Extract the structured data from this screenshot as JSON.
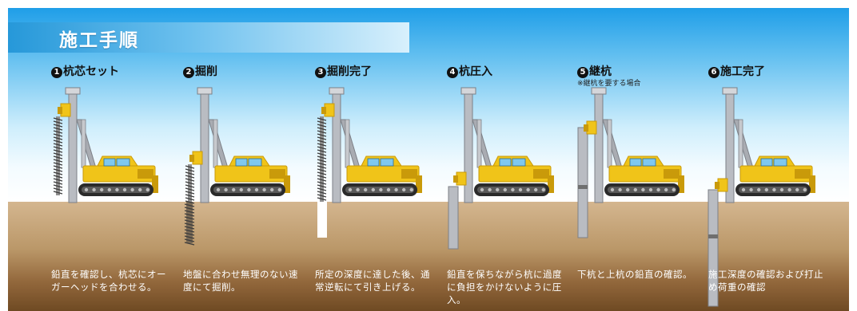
{
  "header": {
    "title": "施工手順"
  },
  "steps": [
    {
      "number": "1",
      "title": "杭芯セット",
      "note": "",
      "description": "鉛直を確認し、杭芯にオーガーヘッドを合わせる。"
    },
    {
      "number": "2",
      "title": "掘削",
      "note": "",
      "description": "地盤に合わせ無理のない速度にて掘削。"
    },
    {
      "number": "3",
      "title": "掘削完了",
      "note": "",
      "description": "所定の深度に達した後、通常逆転にて引き上げる。"
    },
    {
      "number": "4",
      "title": "杭圧入",
      "note": "",
      "description": "鉛直を保ちながら杭に過度に負担をかけないように圧入。"
    },
    {
      "number": "5",
      "title": "継杭",
      "note": "※継杭を要する場合",
      "description": "下杭と上杭の鉛直の確認。"
    },
    {
      "number": "6",
      "title": "施工完了",
      "note": "",
      "description": "施工深度の確認および打止め荷重の確認"
    }
  ],
  "colors": {
    "sky_top": "#1f9ee8",
    "ground": "#b8956a",
    "machine_yellow": "#f0c419",
    "pile_gray": "#b9bcc2"
  }
}
